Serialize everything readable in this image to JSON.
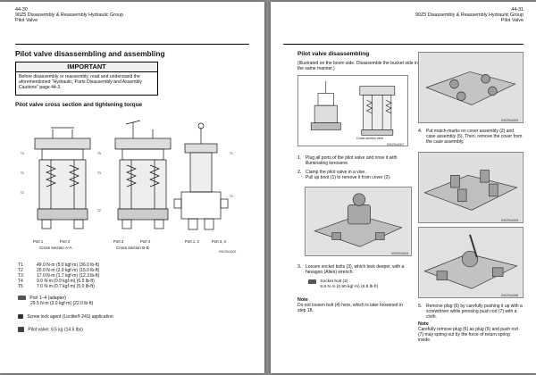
{
  "left_page": {
    "page_number": "44-30",
    "header_line1": "90Z5 Disassembly & Reassembly Hydraulic Group",
    "header_line2": "Pilot Valve",
    "title": "Pilot valve disassembling and assembling",
    "important_heading": "IMPORTANT",
    "important_text": "Before disassembly or reassembly, read and understand the aforementioned \"Hydraulic, Parts Disassembly and Assembly Cautions\" page 44-3.",
    "section_heading": "Pilot valve cross section and tightening torque",
    "cross_section_aa": "Cross section A-A",
    "cross_section_bb": "Cross section B-B",
    "port_labels": [
      "Port 1",
      "Port 2",
      "Port 3",
      "Port 4",
      "Port 1, 2",
      "Port 3, 4"
    ],
    "figure_id": "K902944002",
    "torques": [
      {
        "label": "T1",
        "value": "49.0 N·m (5.0 kgf·m) (36.0 lb-ft)"
      },
      {
        "label": "T2",
        "value": "20.0 N·m (2.0 kgf·m) (15.0 lb-ft)"
      },
      {
        "label": "T3",
        "value": "17.0 N·m (1.7 kgf·m) (12.3 lb-ft)"
      },
      {
        "label": "T4",
        "value": "9.0 N·m (0.9 kgf·m) (6.5 lb-ft)"
      },
      {
        "label": "T5",
        "value": "7.0 N·m (0.7 kgf·m) (5.0 lb-ft)"
      }
    ],
    "port_adapter_label": "Port 1–4 (adapter)",
    "port_adapter_value": "29.5 N·m (3.0 kgf·m) (22.0 lb-ft)",
    "screw_lock_text": "Screw lock agent (Loctite® 241) application",
    "pilot_valve_weight": "Pilot valve: 6.5 kg (14.5 lbs)"
  },
  "right_page": {
    "page_number": "44-31",
    "header_line1": "90Z5 Disassembly & Reassembly Hydraulic Group",
    "header_line2": "Pilot Valve",
    "title": "Pilot valve disassembling",
    "intro": "(Illustrated on the boom side. Disassemble the bucket side in the same manner.)",
    "cross_section_figure_label": "Cross section view",
    "fig_ids": [
      "K902944007",
      "K902944003",
      "K902944009",
      "K902944005",
      "K902944008"
    ],
    "steps": [
      {
        "num": "1.",
        "text": "Plug all ports of the pilot valve and rinse it with illuminating kerosene."
      },
      {
        "num": "2.",
        "text": "Clamp the pilot valve in a vise.\nPull up boot (1) to remove it from cover (2)."
      },
      {
        "num": "3.",
        "text": "Loosen socket bolts (3), which look deeper, with a hexagon (Allen) wrench."
      },
      {
        "num": "4.",
        "text": "Put match-marks on cover assembly (2) and case assembly (5). Then, remove the cover from the case assembly."
      },
      {
        "num": "5.",
        "text": "Remove plug (6) by carefully pushing it up with a screwdriver while pressing push rod (7) with a cloth."
      }
    ],
    "socket_bolt_torque": "Socket bolt (3)\n8.8 N·m (0.90 kgf·m) (6.5 lb-ft)",
    "note1_heading": "Note",
    "note1_text": "Do not loosen bolt (4) here, which is later loosened in step 18.",
    "note2_heading": "Note",
    "note2_text": "Carefully remove plug (6) as plug (6) and push rod (7) may spring out by the force of return spring inside."
  }
}
